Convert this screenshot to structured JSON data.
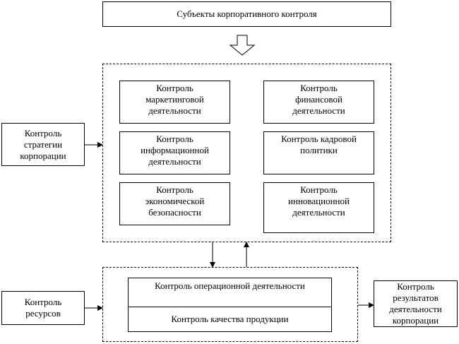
{
  "title_box": "Субъекты корпоративного контроля",
  "center_group": {
    "marketing": "Контроль\nмаркетинговой\nдеятельности",
    "finance": "Контроль\nфинансовой\nдеятельности",
    "information": "Контроль\nинформационной\nдеятельности",
    "hr": "Контроль  кадровой\nполитики",
    "security": "Контроль\nэкономической\nбезопасности",
    "innovation": "Контроль\nинновационной\nдеятельности"
  },
  "strategy": "Контроль\nстратегии\nкорпорации",
  "resources": "Контроль\nресурсов",
  "operations": {
    "top": "Контроль операционной деятельности",
    "bottom": "Контроль качества продукции"
  },
  "results": "Контроль\nрезультатов\nдеятельности\nкорпорации"
}
